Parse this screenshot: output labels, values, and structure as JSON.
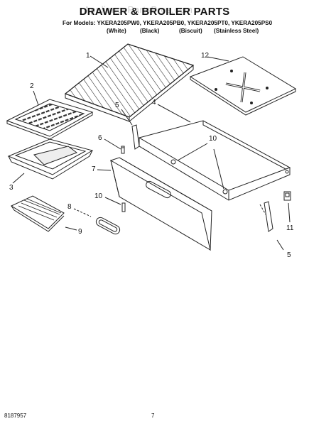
{
  "watermark": "AppliancePartsPros.com",
  "title": "DRAWER & BROILER PARTS",
  "models": "For Models: YKERA205PW0, YKERA205PB0, YKERA205PT0, YKERA205PS0",
  "colors": [
    "(White)",
    "(Black)",
    "(Biscuit)",
    "(Stainless Steel)"
  ],
  "callouts": [
    "1",
    "12",
    "2",
    "4",
    "5",
    "6",
    "10",
    "7",
    "3",
    "10",
    "8",
    "9",
    "11",
    "5"
  ],
  "footer": {
    "part_number": "8187957",
    "page": "7"
  }
}
